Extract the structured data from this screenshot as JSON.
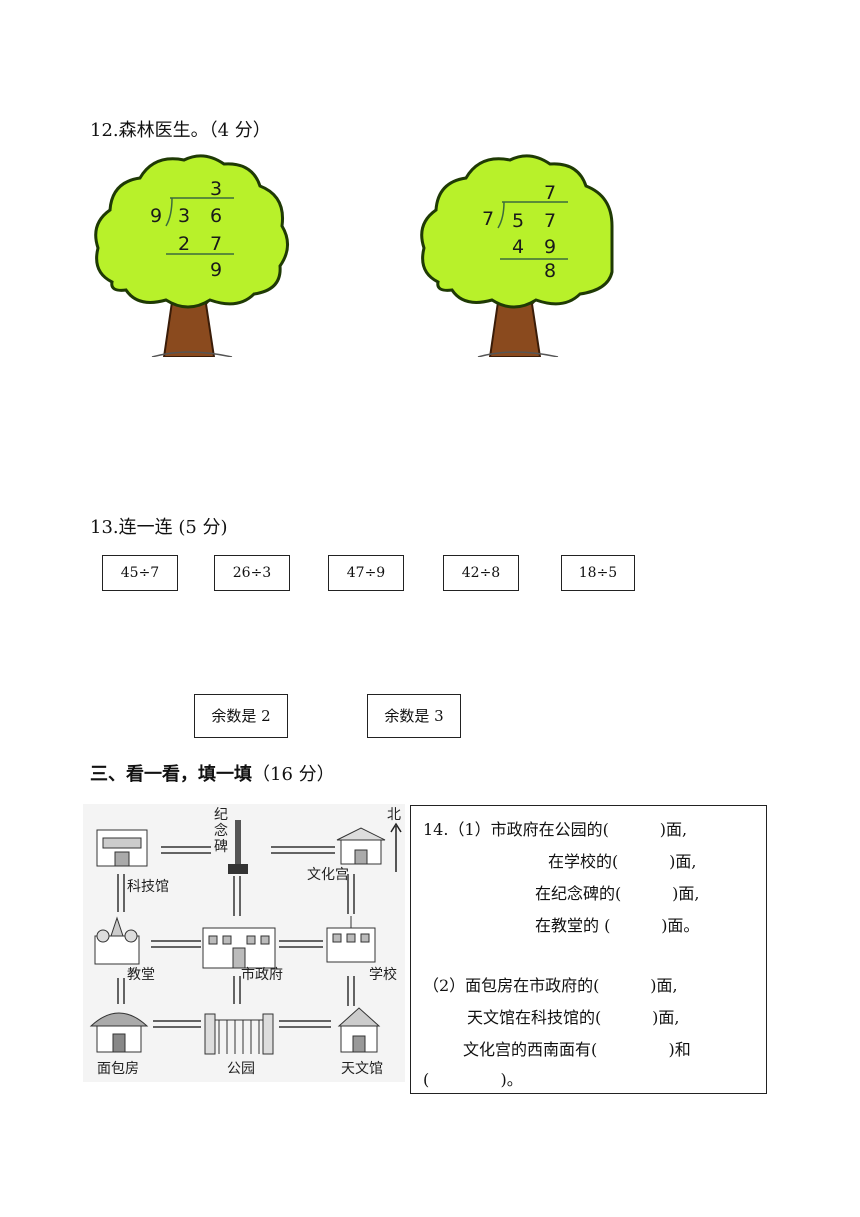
{
  "q12": {
    "title": "12.森林医生。（4 分）",
    "trees": [
      {
        "divisor": "9",
        "dividend": [
          "3",
          "6"
        ],
        "quotient": "3",
        "product": [
          "2",
          "7"
        ],
        "remainder": "9"
      },
      {
        "divisor": "7",
        "dividend": [
          "5",
          "7"
        ],
        "quotient": "7",
        "product": [
          "4",
          "9"
        ],
        "remainder": "8"
      }
    ]
  },
  "q13": {
    "title": "13.连一连 (5 分)",
    "expressions": [
      "45÷7",
      "26÷3",
      "47÷9",
      "42÷8",
      "18÷5"
    ],
    "remainders": [
      "余数是 2",
      "余数是 3"
    ]
  },
  "section3": {
    "title": "三、看一看，填一填",
    "points": "（16 分）"
  },
  "map": {
    "north": "北",
    "places": {
      "monument_line1": "纪",
      "monument_line2": "念",
      "monument_line3": "碑",
      "science": "科技馆",
      "culture": "文化宫",
      "church": "教堂",
      "government": "市政府",
      "school": "学校",
      "bakery": "面包房",
      "park": "公园",
      "observatory": "天文馆"
    }
  },
  "q14": {
    "lines": [
      "14.（1）市政府在公园的(          )面,",
      "在学校的(          )面,",
      "在纪念碑的(          )面,",
      "在教堂的 (          )面。",
      "（2）面包房在市政府的(          )面,",
      "天文馆在科技馆的(          )面,",
      "文化宫的西南面有(              )和",
      "(              )。"
    ]
  }
}
